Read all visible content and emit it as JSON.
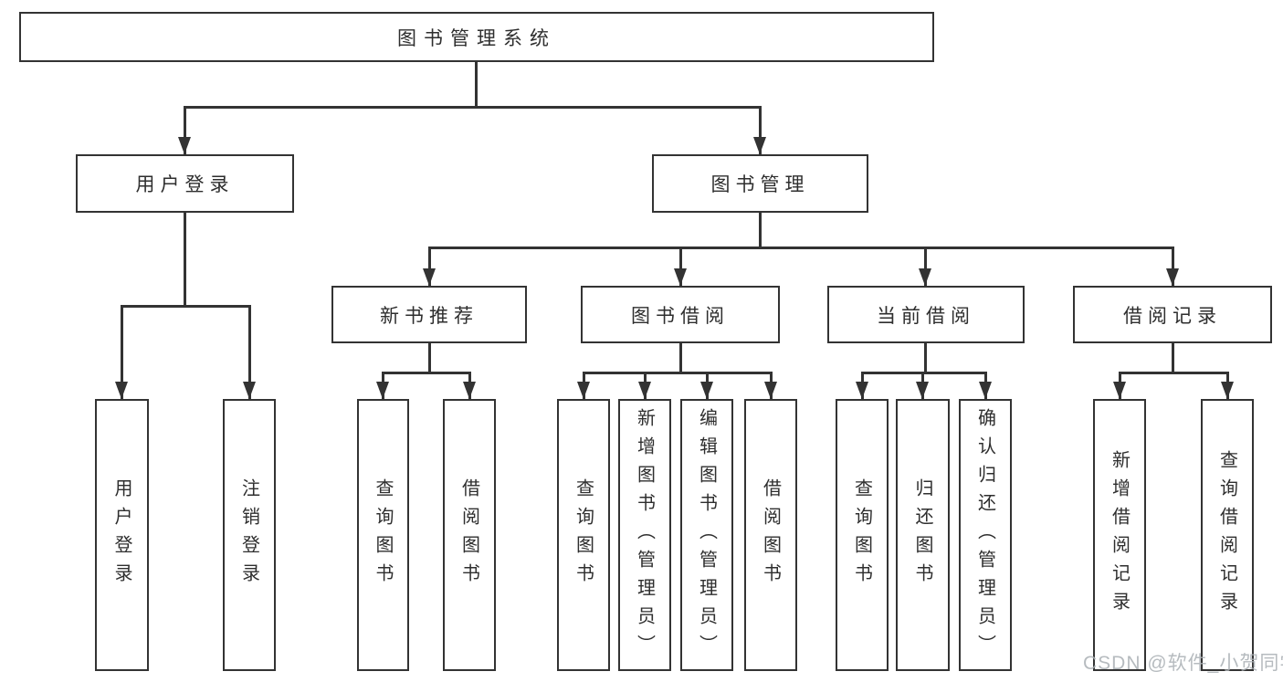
{
  "tree": {
    "root": {
      "label": "图书管理系统"
    },
    "branches": [
      {
        "label": "用户登录",
        "children": [
          {
            "label": "用户登录"
          },
          {
            "label": "注销登录"
          }
        ]
      },
      {
        "label": "图书管理",
        "children": [
          {
            "label": "新书推荐",
            "children": [
              {
                "label": "查询图书"
              },
              {
                "label": "借阅图书"
              }
            ]
          },
          {
            "label": "图书借阅",
            "children": [
              {
                "label": "查询图书"
              },
              {
                "label": "新增图书（管理员）"
              },
              {
                "label": "编辑图书（管理员）"
              },
              {
                "label": "借阅图书"
              }
            ]
          },
          {
            "label": "当前借阅",
            "children": [
              {
                "label": "查询图书"
              },
              {
                "label": "归还图书"
              },
              {
                "label": "确认归还（管理员）"
              }
            ]
          },
          {
            "label": "借阅记录",
            "children": [
              {
                "label": "新增借阅记录"
              },
              {
                "label": "查询借阅记录"
              }
            ]
          }
        ]
      }
    ]
  },
  "watermark": {
    "text": "CSDN @软件_小贺同学"
  },
  "colors": {
    "line": "#333333",
    "text": "#2e2e2e",
    "background": "#ffffff",
    "watermark": "#aab0b4"
  }
}
